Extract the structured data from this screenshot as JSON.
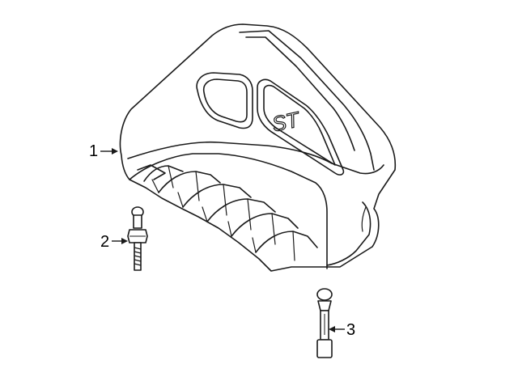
{
  "callouts": [
    {
      "number": "1"
    },
    {
      "number": "2"
    },
    {
      "number": "3"
    }
  ],
  "logo": {
    "text": "ST"
  }
}
